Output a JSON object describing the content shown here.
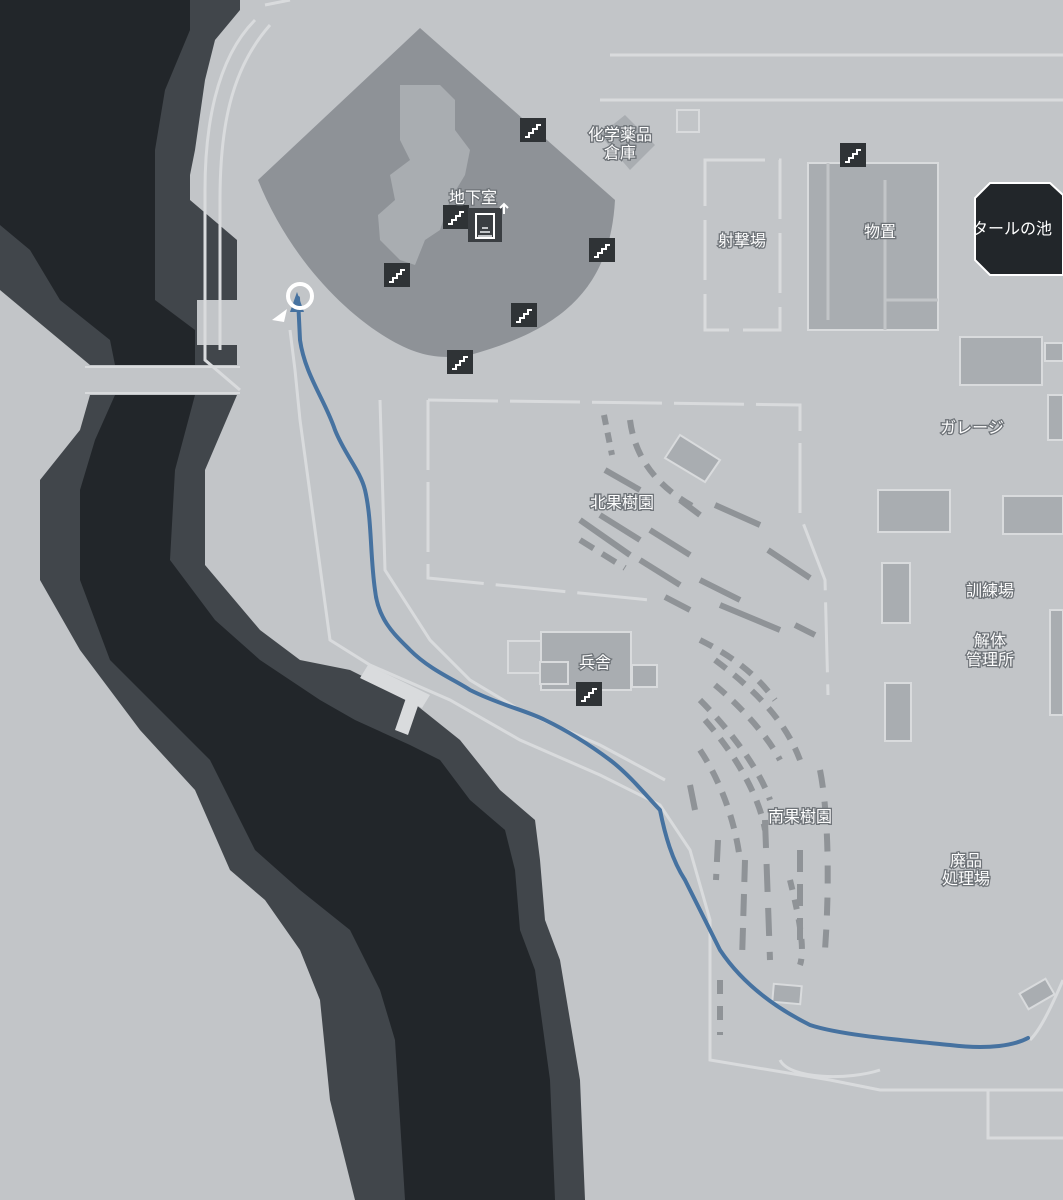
{
  "map": {
    "colors": {
      "ground": "#c2c5c8",
      "water_deep": "#22262a",
      "water_shore": "#41464b",
      "building_main": "#8e9297",
      "building": "#a9adb1",
      "route": "#4672a0",
      "wall": "#d9dbdd"
    },
    "labels": {
      "chemical_storage": [
        "化学薬品",
        "倉庫"
      ],
      "basement": "地下室",
      "shooting_range": "射撃場",
      "storehouse": "物置",
      "tar_pit": "タールの池",
      "garage": "ガレージ",
      "north_orchard": "北果樹園",
      "barracks": "兵舎",
      "training_ground": "訓練場",
      "dismantling_office": [
        "解体",
        "管理所"
      ],
      "south_orchard": "南果樹園",
      "waste_disposal": [
        "廃品",
        "処理場"
      ]
    },
    "icons": {
      "stairs": "stairs-icon",
      "destination": "destination-marker-icon",
      "direction": "direction-arrow-icon",
      "route_arrow": "route-arrowhead-icon"
    }
  }
}
